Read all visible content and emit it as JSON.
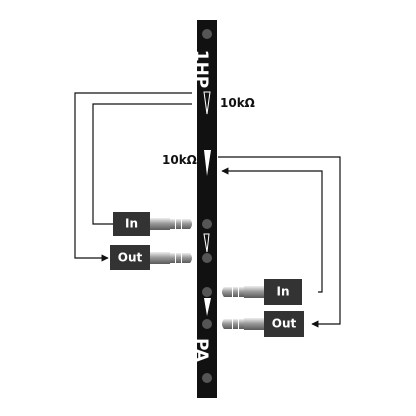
{
  "module": {
    "title": "1HP",
    "footer": "PA"
  },
  "resistors": {
    "top_label": "10kΩ",
    "bottom_label": "10kΩ"
  },
  "jacks": {
    "left_in": "In",
    "left_out": "Out",
    "right_in": "In",
    "right_out": "Out"
  },
  "colors": {
    "panel": "#111111",
    "box": "#333333",
    "hole": "#555555",
    "wire": "#111111"
  }
}
